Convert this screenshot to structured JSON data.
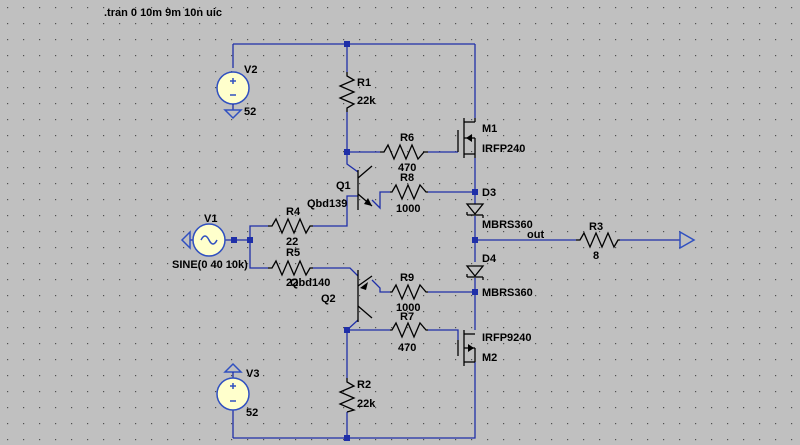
{
  "directive": ".tran 0 10m 9m 10n uic",
  "colors": {
    "background": "#c0c0c0",
    "wire": "#1f2fa8",
    "component": "#000000",
    "source_fill": "#ffffcc",
    "source_stroke": "#3050c0",
    "ground": "#3050c0"
  },
  "components": {
    "v2": {
      "name": "V2",
      "value": "52"
    },
    "v1": {
      "name": "V1",
      "value": "SINE(0 40 10k)"
    },
    "v3": {
      "name": "V3",
      "value": "52"
    },
    "r1": {
      "name": "R1",
      "value": "22k"
    },
    "r2": {
      "name": "R2",
      "value": "22k"
    },
    "r3": {
      "name": "R3",
      "value": "8"
    },
    "r4": {
      "name": "R4",
      "value": "22"
    },
    "r5": {
      "name": "R5",
      "value": "22"
    },
    "r6": {
      "name": "R6",
      "value": "470"
    },
    "r7": {
      "name": "R7",
      "value": "470"
    },
    "r8": {
      "name": "R8",
      "value": "1000"
    },
    "r9": {
      "name": "R9",
      "value": "1000"
    },
    "q1": {
      "name": "Q1",
      "value": "Qbd139"
    },
    "q2": {
      "name": "Q2",
      "value": "Qbd140"
    },
    "m1": {
      "name": "M1",
      "value": "IRFP240"
    },
    "m2": {
      "name": "M2",
      "value": "IRFP9240"
    },
    "d3": {
      "name": "D3",
      "value": "MBRS360"
    },
    "d4": {
      "name": "D4",
      "value": "MBRS360"
    }
  },
  "net_labels": {
    "out": "out"
  }
}
